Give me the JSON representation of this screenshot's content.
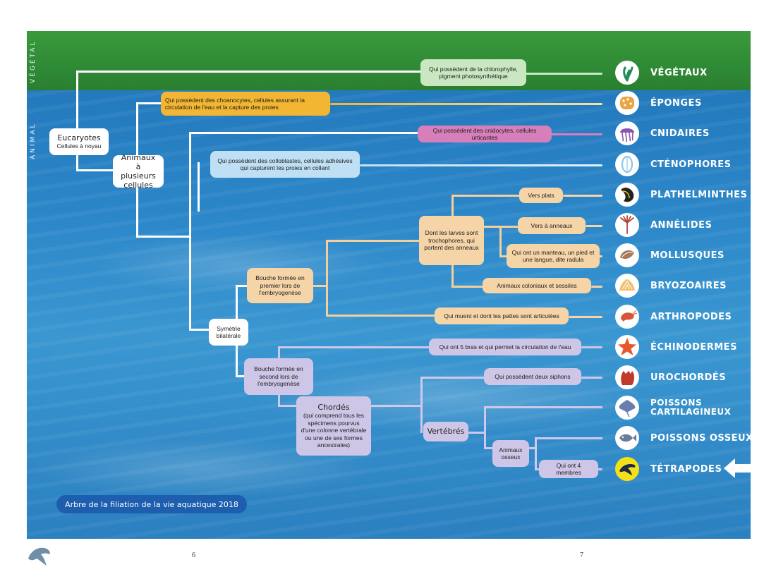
{
  "side_labels": {
    "vegetal": "VÉGÉTAL",
    "animal": "ANIMAL"
  },
  "nodes": {
    "eucaryotes_title": "Eucaryotes",
    "eucaryotes_sub": "Cellules à noyau",
    "multicellular": "Animaux à plusieurs cellules",
    "chlorophyll": "Qui possèdent de la chlorophylle, pigment photosynthétique",
    "choanocytes": "Qui possèdent des choanocytes, cellules assurant la circulation de l'eau et la capture des proies",
    "cnidocytes": "Qui possèdent des cnidocytes, cellules urticantes",
    "colloblasts": "Qui possèdent des colloblastes, cellules adhésives qui capturent les proies en collant",
    "bilateral": "Symétrie bilatérale",
    "protostome": "Bouche formée en premier lors de l'embryogenèse",
    "trochophore": "Dont les larves sont trochophores, qui portent des anneaux",
    "flatworms": "Vers plats",
    "ringworms": "Vers à anneaux",
    "mantle": "Qui ont un manteau, un pied et une langue, dite radula",
    "colonial": "Animaux coloniaux et sessiles",
    "molting": "Qui muent et dont les pattes sont articulées",
    "deuterostome": "Bouche formée en second lors de l'embryogenèse",
    "five_arms": "Qui ont 5 bras et qui permet la circulation de l'eau",
    "chordates_title": "Chordés",
    "chordates_sub": "(qui comprend tous les spécimens pourvus d'une colonne vertébrale ou une de ses formes ancestrales)",
    "siphons": "Qui possèdent deux siphons",
    "vertebrates": "Vertébrés",
    "bony": "Animaux osseux",
    "four_limbs": "Qui ont 4 membres"
  },
  "groups": [
    {
      "label": "VÉGÉTAUX",
      "icon": "seaweed-icon",
      "color": "#1f8a5a"
    },
    {
      "label": "ÉPONGES",
      "icon": "sponge-icon",
      "color": "#e9a640"
    },
    {
      "label": "CNIDAIRES",
      "icon": "jellyfish-icon",
      "color": "#8a55b0"
    },
    {
      "label": "CTÉNOPHORES",
      "icon": "comb-jelly-icon",
      "color": "#8cc6e8"
    },
    {
      "label": "PLATHELMINTHES",
      "icon": "flatworm-icon",
      "color": "#222222"
    },
    {
      "label": "ANNÉLIDES",
      "icon": "tubeworm-icon",
      "color": "#b0473a"
    },
    {
      "label": "MOLLUSQUES",
      "icon": "shell-icon",
      "color": "#a87a5a"
    },
    {
      "label": "BRYOZOAIRES",
      "icon": "bryozoan-icon",
      "color": "#f0c070"
    },
    {
      "label": "ARTHROPODES",
      "icon": "shrimp-icon",
      "color": "#d9553a"
    },
    {
      "label": "ÉCHINODERMES",
      "icon": "starfish-icon",
      "color": "#e8562a"
    },
    {
      "label": "UROCHORDÉS",
      "icon": "sea-squirt-icon",
      "color": "#c0392b"
    },
    {
      "label": "POISSONS CARTILAGINEUX",
      "icon": "ray-icon",
      "color": "#6a7fb0"
    },
    {
      "label": "POISSONS OSSEUX",
      "icon": "fish-icon",
      "color": "#6a7a9a"
    },
    {
      "label": "TÉTRAPODES",
      "icon": "dolphin-icon",
      "color": "#1a2a4a"
    }
  ],
  "title": "Arbre de la filiation de la vie aquatique 2018",
  "page_left": "6",
  "page_right": "7",
  "colors": {
    "green": "#c9e8c2",
    "yellow": "#f2b632",
    "pink": "#d77fba",
    "light_blue": "#bfe0f4",
    "peach": "#f5d4a8",
    "lavender": "#cdc6e6",
    "title_pill": "#1d5fae"
  }
}
